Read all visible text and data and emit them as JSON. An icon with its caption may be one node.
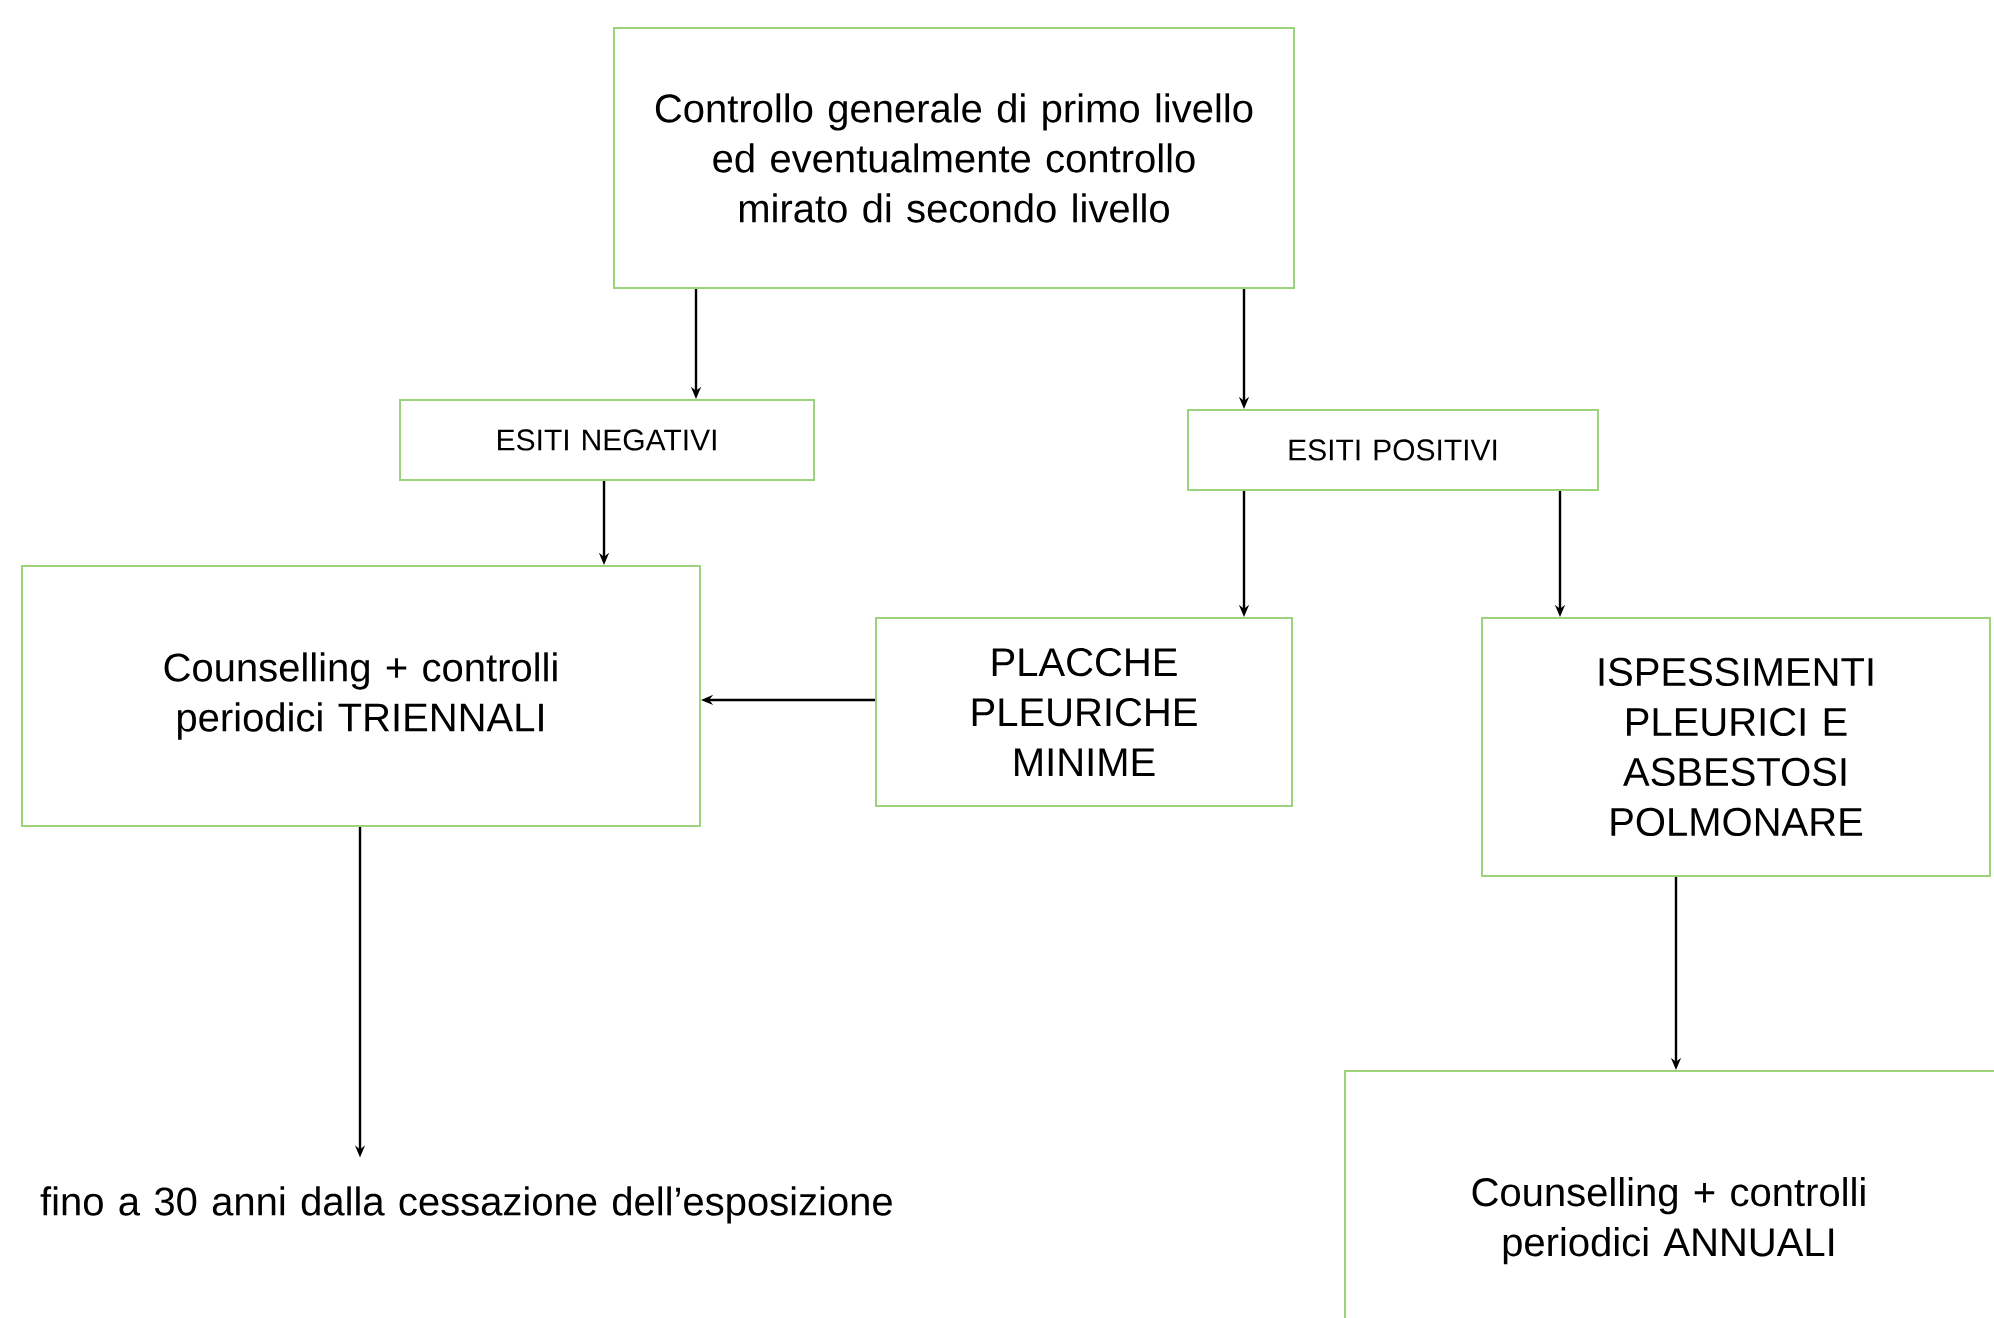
{
  "diagram": {
    "nodes": [
      {
        "text": [
          "Controllo generale di primo livello ed eventualmente controllo mirato di secondo livello"
        ]
      },
      {
        "text": [
          "ESITI NEGATIVI"
        ]
      },
      {
        "text": [
          "ESITI POSITIVI"
        ]
      },
      {
        "text": [
          "Counselling + controlli periodici TRIENNALI"
        ]
      },
      {
        "text": [
          "PLACCHE PLEURICHE MINIME"
        ]
      },
      {
        "text": [
          "ISPESSIMENTI PLEURICI E ASBESTOSI POLMONARE"
        ]
      },
      {
        "text": [
          "fino a 30 anni dalla cessazione dell’esposizione"
        ]
      },
      {
        "text": [
          "Counselling + controlli periodici ANNUALI"
        ]
      }
    ],
    "edges": [
      {
        "from": 0,
        "to": 1,
        "arrow": "to"
      },
      {
        "from": 0,
        "to": 2,
        "arrow": "to"
      },
      {
        "from": 1,
        "to": 3,
        "arrow": "to"
      },
      {
        "from": 2,
        "to": 4,
        "arrow": "to"
      },
      {
        "from": 2,
        "to": 5,
        "arrow": "to"
      },
      {
        "from": 4,
        "to": 3,
        "arrow": "to"
      },
      {
        "from": 3,
        "to": 6,
        "arrow": "to"
      },
      {
        "from": 5,
        "to": 7,
        "arrow": "to"
      }
    ]
  }
}
